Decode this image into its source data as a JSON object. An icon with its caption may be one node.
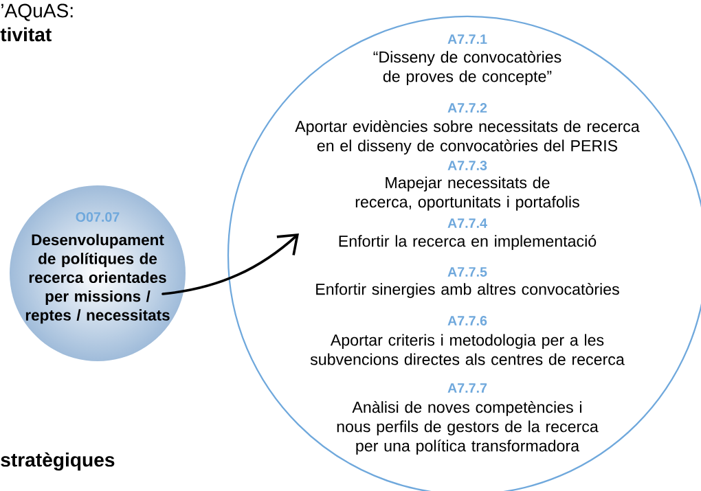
{
  "diagram": {
    "nodes": [
      {
        "text": [
          "O07.07",
          "Desenvolupament de polítiques de recerca orientades per missions / reptes / necessitats"
        ]
      },
      {
        "text": [
          "A7.7.1",
          "“Disseny de convocatòries de proves de concepte”",
          "A7.7.2",
          "Aportar evidències sobre necessitats de recerca en el disseny de convocatòries del PERIS",
          "A7.7.3",
          "Mapejar necessitats de recerca, oportunitats i portafolis",
          "A7.7.4",
          "Enfortir la recerca en implementació",
          "A7.7.5",
          "Enfortir sinergies amb altres convocatòries",
          "A7.7.6",
          "Aportar criteris i metodologia per a les subvencions directes als centres de recerca",
          "A7.7.7",
          "Anàlisi de noves competències i nous perfils de gestors de la recerca per una política transformadora"
        ]
      }
    ],
    "edges": [
      {
        "from": 0,
        "to": 1,
        "arrow": "to"
      }
    ],
    "labels": [
      "’AQuAS:",
      "tivitat",
      "stratègiques"
    ]
  }
}
